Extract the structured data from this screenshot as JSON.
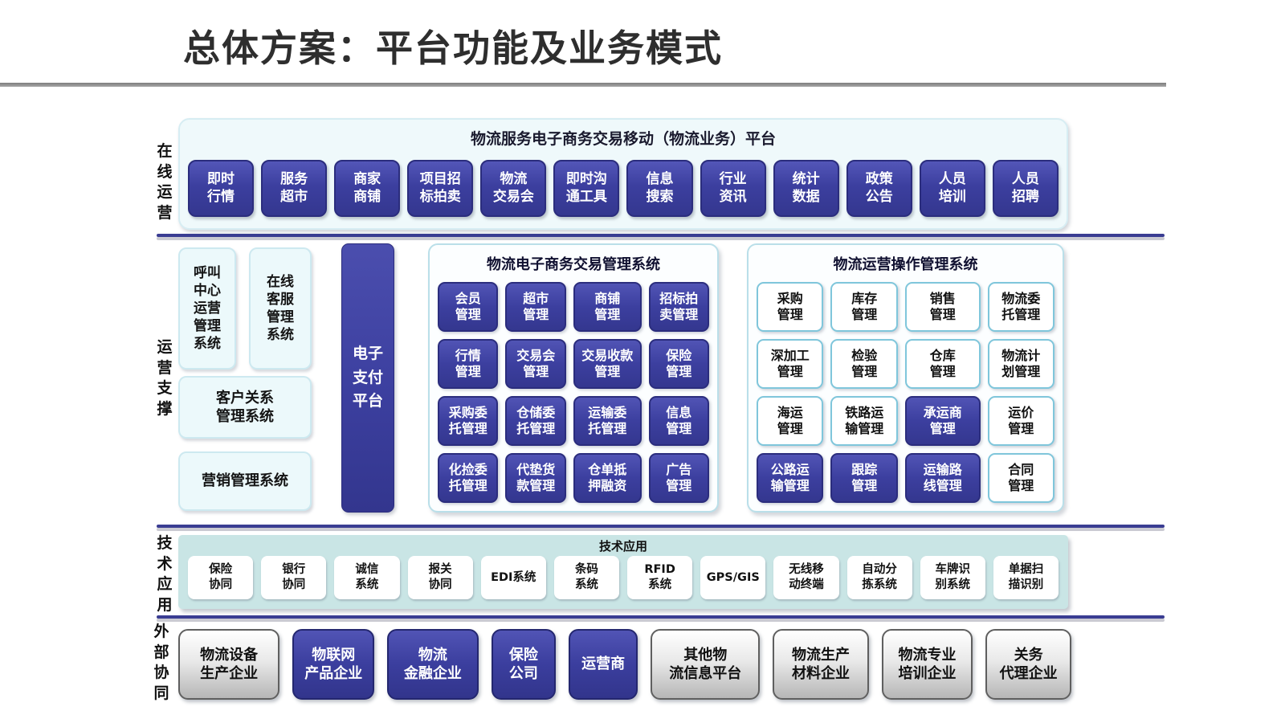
{
  "title": "总体方案：平台功能及业务模式",
  "colors": {
    "accent_indigo": "#3c3f9f",
    "pale_cyan": "#ecf9fb",
    "teal_band": "#c9e5e5",
    "divider_navy": "#3a3d92"
  },
  "rails": {
    "online": "在线运营",
    "support": "运营支撑",
    "tech": "技术应用",
    "external": "外部协同"
  },
  "online": {
    "header": "物流服务电子商务交易移动（物流业务）平台",
    "buttons": [
      "即时\n行情",
      "服务\n超市",
      "商家\n商铺",
      "项目招\n标拍卖",
      "物流\n交易会",
      "即时沟\n通工具",
      "信息\n搜索",
      "行业\n资讯",
      "统计\n数据",
      "政策\n公告",
      "人员\n培训",
      "人员\n招聘"
    ]
  },
  "support": {
    "call_center": "呼叫\n中心\n运营\n管理\n系统",
    "online_service": "在线\n客服\n管理\n系统",
    "crm": "客户关系\n管理系统",
    "marketing": "营销管理系统",
    "payment": "电子\n支付\n平台",
    "ecommerce": {
      "title": "物流电子商务交易管理系统",
      "cells": [
        "会员\n管理",
        "超市\n管理",
        "商铺\n管理",
        "招标拍\n卖管理",
        "行情\n管理",
        "交易会\n管理",
        "交易收款\n管理",
        "保险\n管理",
        "采购委\n托管理",
        "仓储委\n托管理",
        "运输委\n托管理",
        "信息\n管理",
        "化捡委\n托管理",
        "代垫货\n款管理",
        "仓单抵\n押融资",
        "广告\n管理"
      ]
    },
    "operations": {
      "title": "物流运营操作管理系统",
      "cells": [
        {
          "label": "采购\n管理",
          "dark": false
        },
        {
          "label": "库存\n管理",
          "dark": false
        },
        {
          "label": "销售\n管理",
          "dark": false
        },
        {
          "label": "物流委\n托管理",
          "dark": false
        },
        {
          "label": "深加工\n管理",
          "dark": false
        },
        {
          "label": "检验\n管理",
          "dark": false
        },
        {
          "label": "仓库\n管理",
          "dark": false
        },
        {
          "label": "物流计\n划管理",
          "dark": false
        },
        {
          "label": "海运\n管理",
          "dark": false
        },
        {
          "label": "铁路运\n输管理",
          "dark": false
        },
        {
          "label": "承运商\n管理",
          "dark": true
        },
        {
          "label": "运价\n管理",
          "dark": false
        },
        {
          "label": "公路运\n输管理",
          "dark": true
        },
        {
          "label": "跟踪\n管理",
          "dark": true
        },
        {
          "label": "运输路\n线管理",
          "dark": true
        },
        {
          "label": "合同\n管理",
          "dark": false
        }
      ]
    }
  },
  "tech": {
    "label": "技术应用",
    "boxes": [
      "保险\n协同",
      "银行\n协同",
      "诚信\n系统",
      "报关\n协同",
      "EDI系统",
      "条码\n系统",
      "RFID\n系统",
      "GPS/GIS",
      "无线移\n动终端",
      "自动分\n拣系统",
      "车牌识\n别系统",
      "单据扫\n描识别"
    ]
  },
  "external": {
    "boxes": [
      {
        "label": "物流设备\n生产企业",
        "style": "gray"
      },
      {
        "label": "物联网\n产品企业",
        "style": "blue"
      },
      {
        "label": "物流\n金融企业",
        "style": "blue"
      },
      {
        "label": "保险\n公司",
        "style": "blue"
      },
      {
        "label": "运营商",
        "style": "blue"
      },
      {
        "label": "其他物\n流信息平台",
        "style": "gray"
      },
      {
        "label": "物流生产\n材料企业",
        "style": "gray"
      },
      {
        "label": "物流专业\n培训企业",
        "style": "gray"
      },
      {
        "label": "关务\n代理企业",
        "style": "gray"
      }
    ]
  }
}
